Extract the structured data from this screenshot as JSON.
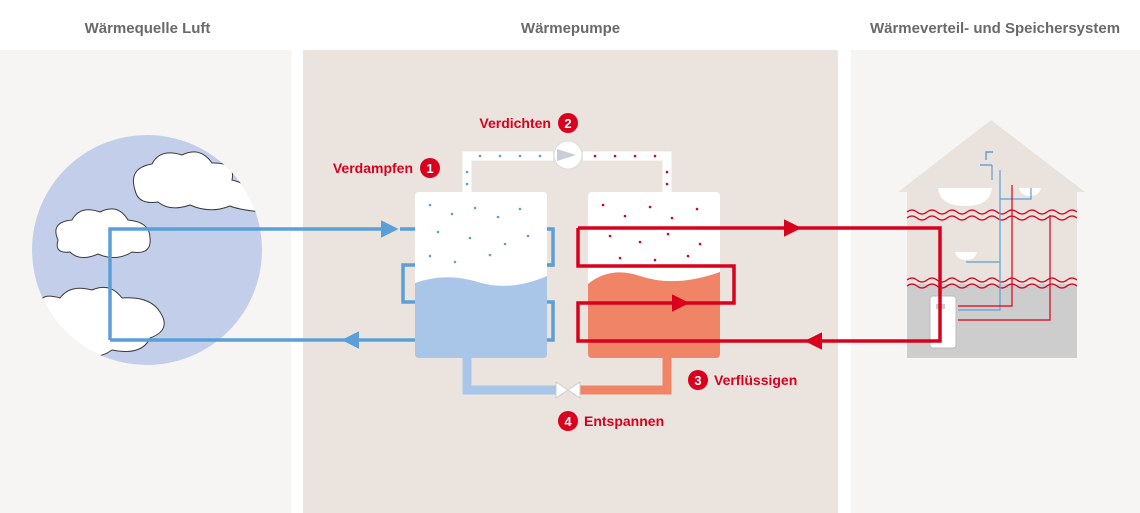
{
  "columns": {
    "source": "Wärmequelle Luft",
    "pump": "Wärmepumpe",
    "distribution": "Wärmeverteil- und Speichersystem"
  },
  "steps": [
    {
      "number": "1",
      "label": "Verdampfen"
    },
    {
      "number": "2",
      "label": "Verdichten"
    },
    {
      "number": "3",
      "label": "Verflüssigen"
    },
    {
      "number": "4",
      "label": "Entspannen"
    }
  ],
  "colors": {
    "panel_side": "#f7f5f3",
    "panel_center": "#ebe4de",
    "cold": "#5b9fd9",
    "cold_fill": "#a9c6e8",
    "hot": "#d9001d",
    "hot_fill": "#ef8466",
    "sky": "#c3cfea"
  }
}
